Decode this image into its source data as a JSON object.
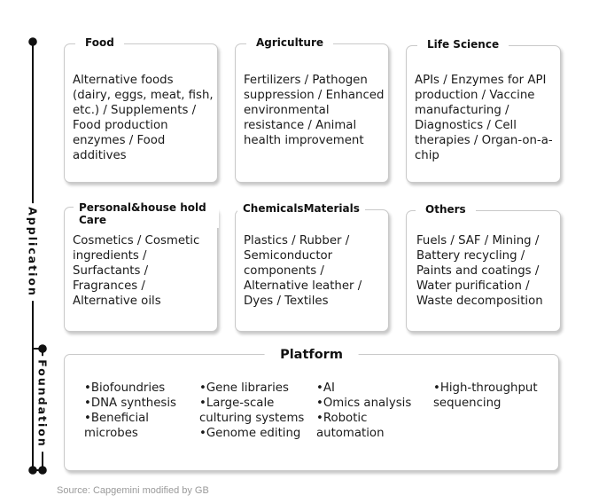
{
  "axis": {
    "application_label": "Application",
    "foundation_label": "Foundation"
  },
  "cards": [
    {
      "id": "food",
      "title": "Food",
      "body": "Alternative foods (dairy, eggs, meat, fish, etc.) / Supplements / Food production enzymes / Food additives"
    },
    {
      "id": "agriculture",
      "title": "Agriculture",
      "body": "Fertilizers / Pathogen suppression / Enhanced environmental resistance / Animal health improvement"
    },
    {
      "id": "life-science",
      "title": "Life Science",
      "body": "APIs / Enzymes for API production / Vaccine manufacturing / Diagnostics / Cell therapies / Organ-on-a-chip"
    },
    {
      "id": "personal-household-care",
      "title": "Personal&house hold Care",
      "body": "Cosmetics / Cosmetic ingredients / Surfactants / Fragrances / Alternative oils"
    },
    {
      "id": "chemicals-materials",
      "title": "ChemicalsMaterials",
      "body": "Plastics / Rubber / Semiconductor components / Alternative leather / Dyes / Textiles"
    },
    {
      "id": "others",
      "title": "Others",
      "body": "Fuels / SAF / Mining / Battery recycling / Paints and coatings / Water purification / Waste decomposition"
    }
  ],
  "platform": {
    "title": "Platform",
    "columns": [
      [
        "•Biofoundries",
        "•DNA synthesis",
        "•Beneficial microbes"
      ],
      [
        "•Gene libraries",
        "•Large-scale culturing systems",
        "•Genome editing"
      ],
      [
        "•AI",
        "•Omics analysis",
        "•Robotic automation"
      ],
      [
        "•High-throughput sequencing"
      ]
    ]
  },
  "source_note": "Source: Capgemini modified by GB"
}
